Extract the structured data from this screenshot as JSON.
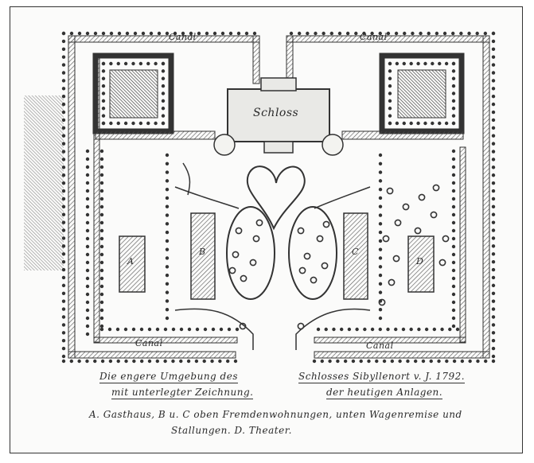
{
  "plan": {
    "labels": {
      "canal_top_left": "Canal",
      "canal_top_right": "Canal",
      "canal_bottom_left": "Canal",
      "canal_bottom_right": "Canal",
      "schloss": "Schloss",
      "building_a": "A",
      "building_b": "B",
      "building_c": "C",
      "building_d": "D"
    },
    "caption_left": {
      "line1": "Die engere Umgebung des",
      "line2": "mit unterlegter Zeichnung."
    },
    "caption_right": {
      "line1": "Schlosses Sibyllenort v. J. 1792.",
      "line2": "der heutigen Anlagen."
    },
    "legend": {
      "line1": "A. Gasthaus,  B u. C oben Fremdenwohnungen, unten Wagenremise und",
      "line2": "Stallungen.  D. Theater."
    },
    "colors": {
      "ink": "#2a2a2a",
      "hatch": "#555555",
      "paper": "#fbfbfa"
    }
  }
}
